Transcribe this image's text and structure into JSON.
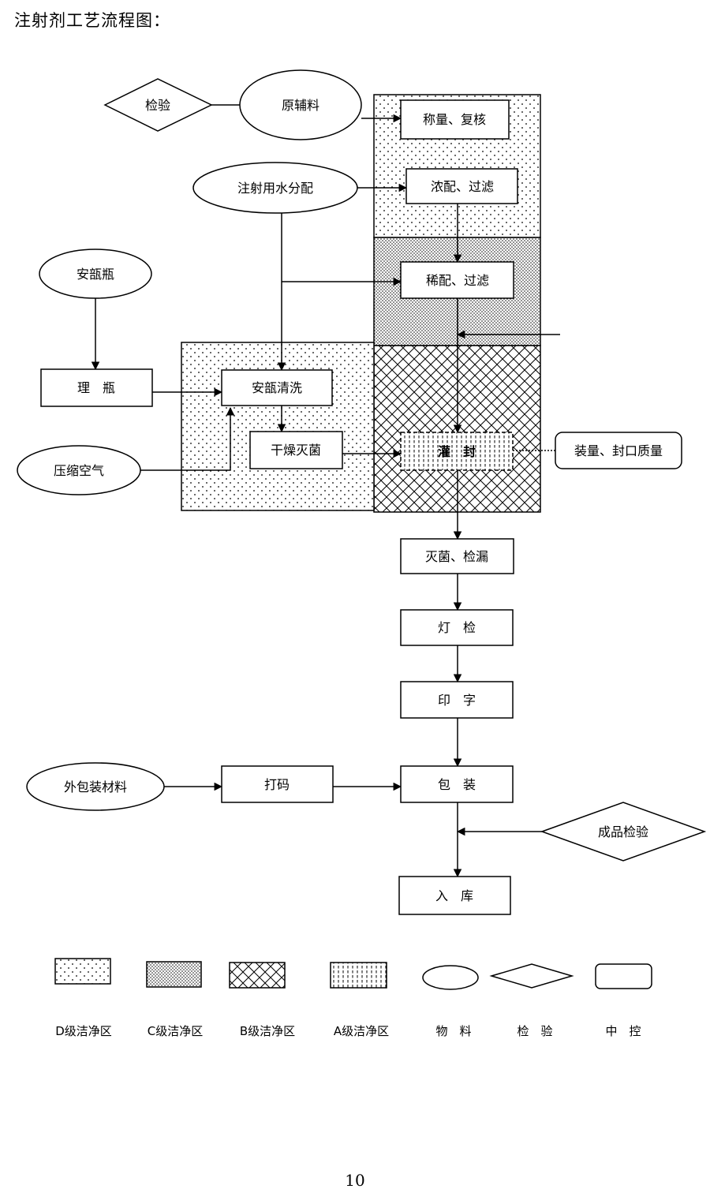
{
  "title": "注射剂工艺流程图：",
  "page_number": "10",
  "nodes": {
    "jianyan_top": "检验",
    "yuanfuliao": "原辅料",
    "chengliang": "称量、复核",
    "zhusheshui": "注射用水分配",
    "nongpei": "浓配、过滤",
    "anbuping": "安瓿瓶",
    "xipei": "稀配、过滤",
    "liping": "理　瓶",
    "anbuqingxi": "安瓿清洗",
    "yasuokongqi": "压缩空气",
    "ganzao": "干燥灭菌",
    "guanfeng": "灌　封",
    "zhuangliang": "装量、封口质量",
    "miejun": "灭菌、检漏",
    "dengjian": "灯　检",
    "yinzi": "印　字",
    "waibaozhuang": "外包装材料",
    "dama": "打码",
    "baozhuang": "包　装",
    "chengpin": "成品检验",
    "ruku": "入　库"
  },
  "legend": [
    {
      "label": "D级洁净区",
      "symbol": "D-zone"
    },
    {
      "label": "C级洁净区",
      "symbol": "C-zone"
    },
    {
      "label": "B级洁净区",
      "symbol": "B-zone"
    },
    {
      "label": "A级洁净区",
      "symbol": "A-zone"
    },
    {
      "label": "物　料",
      "symbol": "ellipse"
    },
    {
      "label": "检　验",
      "symbol": "diamond"
    },
    {
      "label": "中　控",
      "symbol": "rounded-rect"
    }
  ]
}
